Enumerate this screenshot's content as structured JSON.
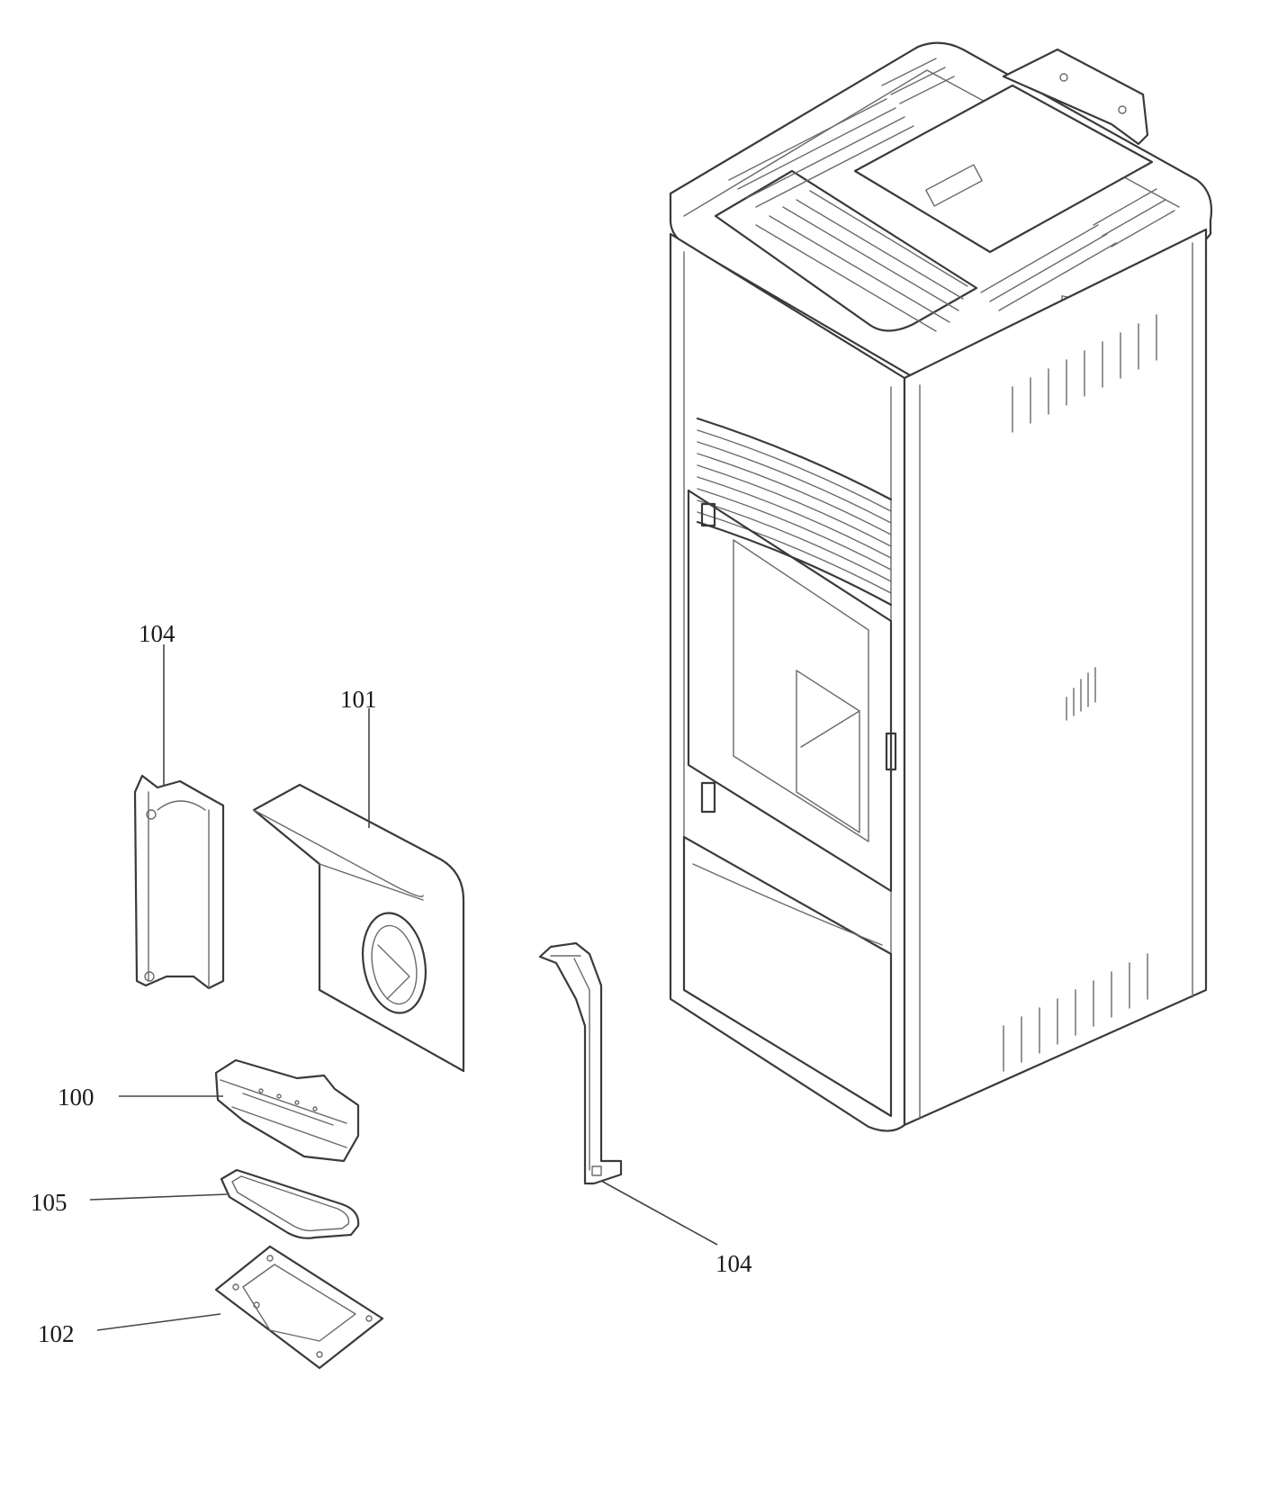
{
  "callouts": [
    {
      "id": "brazier-holder-top",
      "label": "104"
    },
    {
      "id": "back-panel",
      "label": "101"
    },
    {
      "id": "brazier",
      "label": "100"
    },
    {
      "id": "gasket",
      "label": "105"
    },
    {
      "id": "base-plate",
      "label": "102"
    },
    {
      "id": "side-bracket",
      "label": "104"
    }
  ]
}
